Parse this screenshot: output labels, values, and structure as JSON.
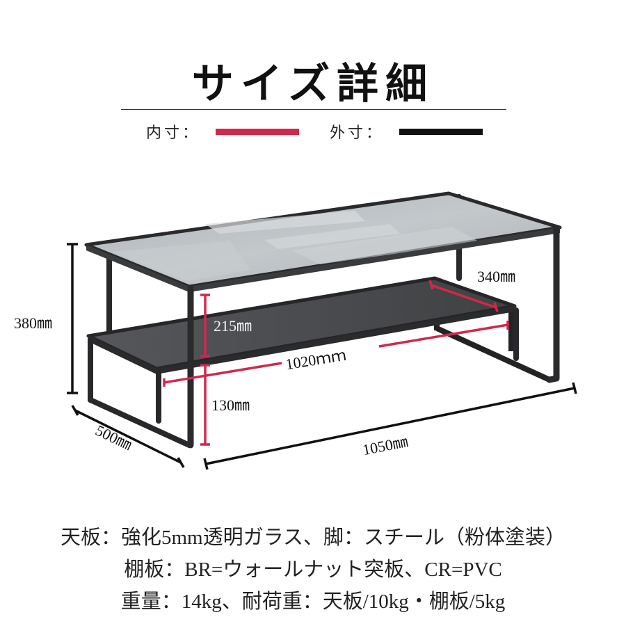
{
  "title": "サイズ詳細",
  "legend": {
    "inner": {
      "label": "内寸：",
      "color": "#d0284c"
    },
    "outer": {
      "label": "外寸：",
      "color": "#111111"
    }
  },
  "dimensions": {
    "total_height": "380㎜",
    "upper_clearance": "215㎜",
    "shelf_height": "130㎜",
    "shelf_depth": "340㎜",
    "shelf_width": "1020ｍｍ",
    "depth": "500㎜",
    "width": "1050㎜"
  },
  "colors": {
    "inner_dim": "#d0284c",
    "outer_dim": "#111111",
    "frame": "#2a2a2c",
    "glass": "#b9bec2",
    "shelf": "#4a4b4d"
  },
  "specs": [
    "天板：強化5mm透明ガラス、脚：スチール（粉体塗装）",
    "棚板：BR=ウォールナット突板、CR=PVC",
    "重量：14kg、耐荷重：天板/10kg・棚板/5kg"
  ]
}
